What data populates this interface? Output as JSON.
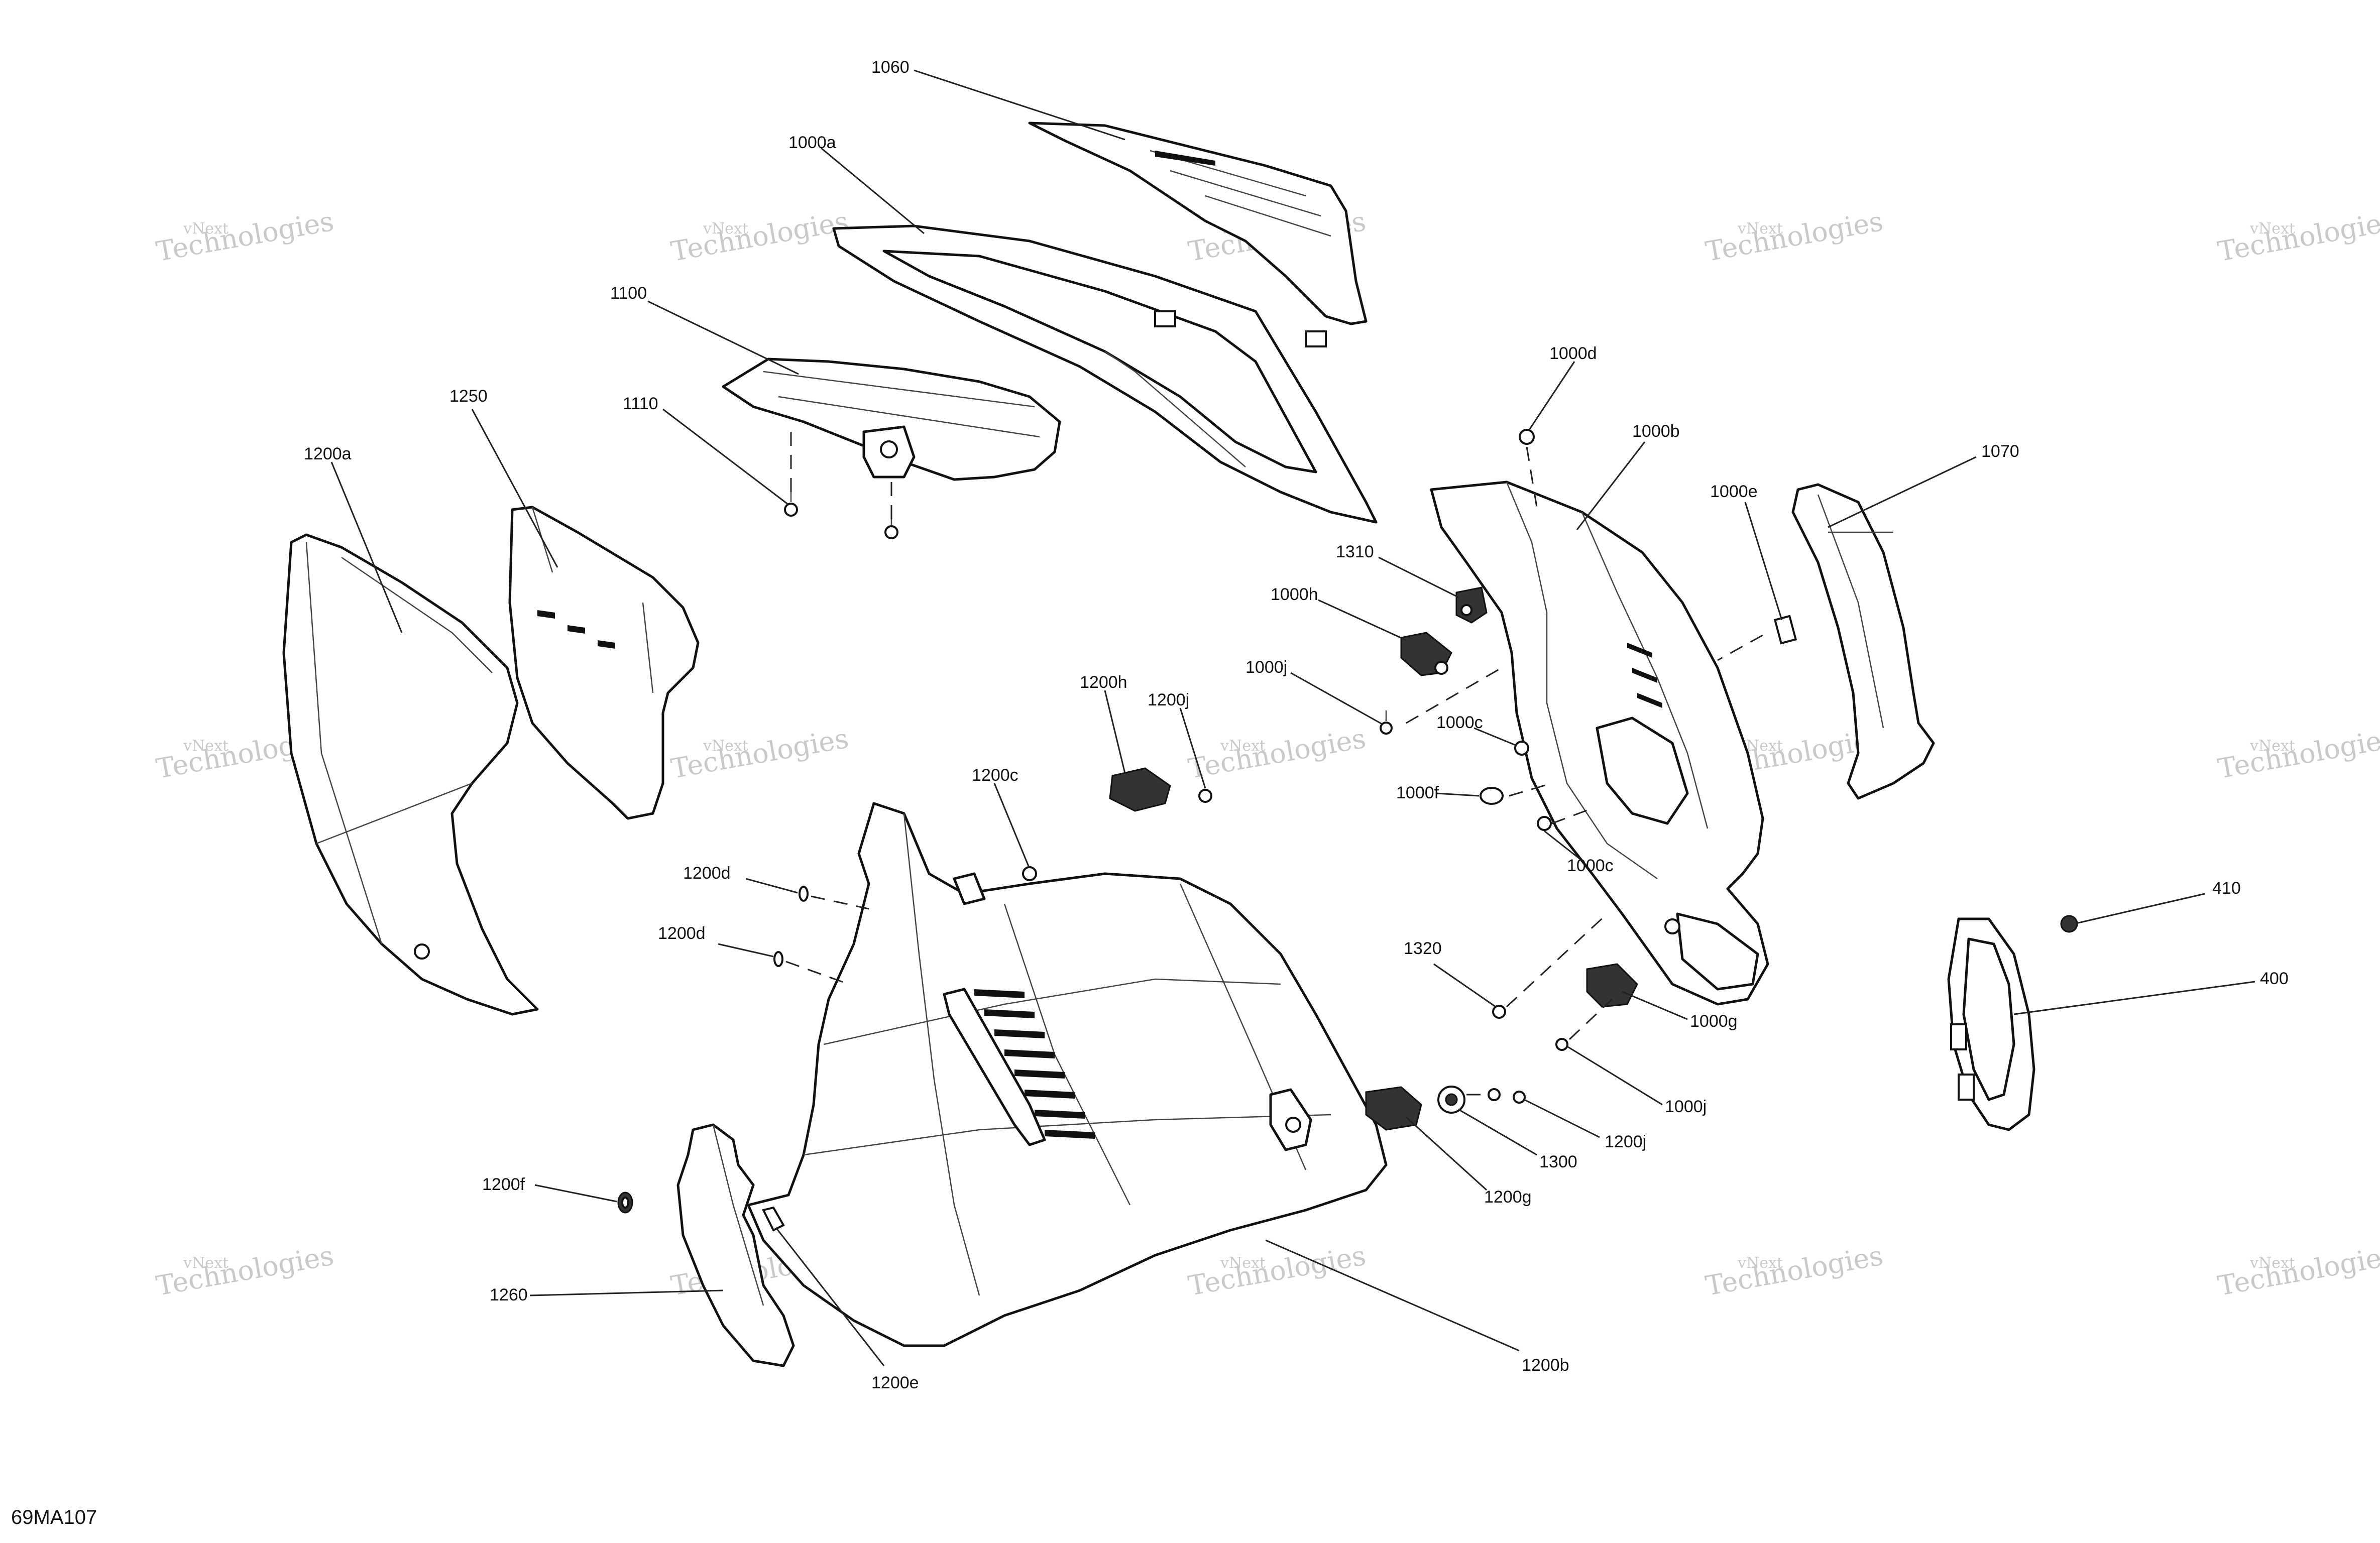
{
  "figure_code": "69MA107",
  "watermark": {
    "line1": "vNext",
    "line2": "Technologies"
  },
  "callouts": {
    "c1060": "1060",
    "c1000a": "1000a",
    "c1100": "1100",
    "c1110": "1110",
    "c1250": "1250",
    "c1200a": "1200a",
    "c1000d": "1000d",
    "c1000b": "1000b",
    "c1070": "1070",
    "c1000e": "1000e",
    "c1310": "1310",
    "c1000h": "1000h",
    "c1000j_top": "1000j",
    "c1000c_top": "1000c",
    "c1000f": "1000f",
    "c1000c_bot": "1000c",
    "c1200h": "1200h",
    "c1200j_top": "1200j",
    "c1200c": "1200c",
    "c1200d_top": "1200d",
    "c1200d_bot": "1200d",
    "c410": "410",
    "c400": "400",
    "c1320": "1320",
    "c1000g": "1000g",
    "c1000j_bot": "1000j",
    "c1200j_bot": "1200j",
    "c1300": "1300",
    "c1200g": "1200g",
    "c1200f": "1200f",
    "c1260": "1260",
    "c1200e": "1200e",
    "c1200b": "1200b"
  }
}
